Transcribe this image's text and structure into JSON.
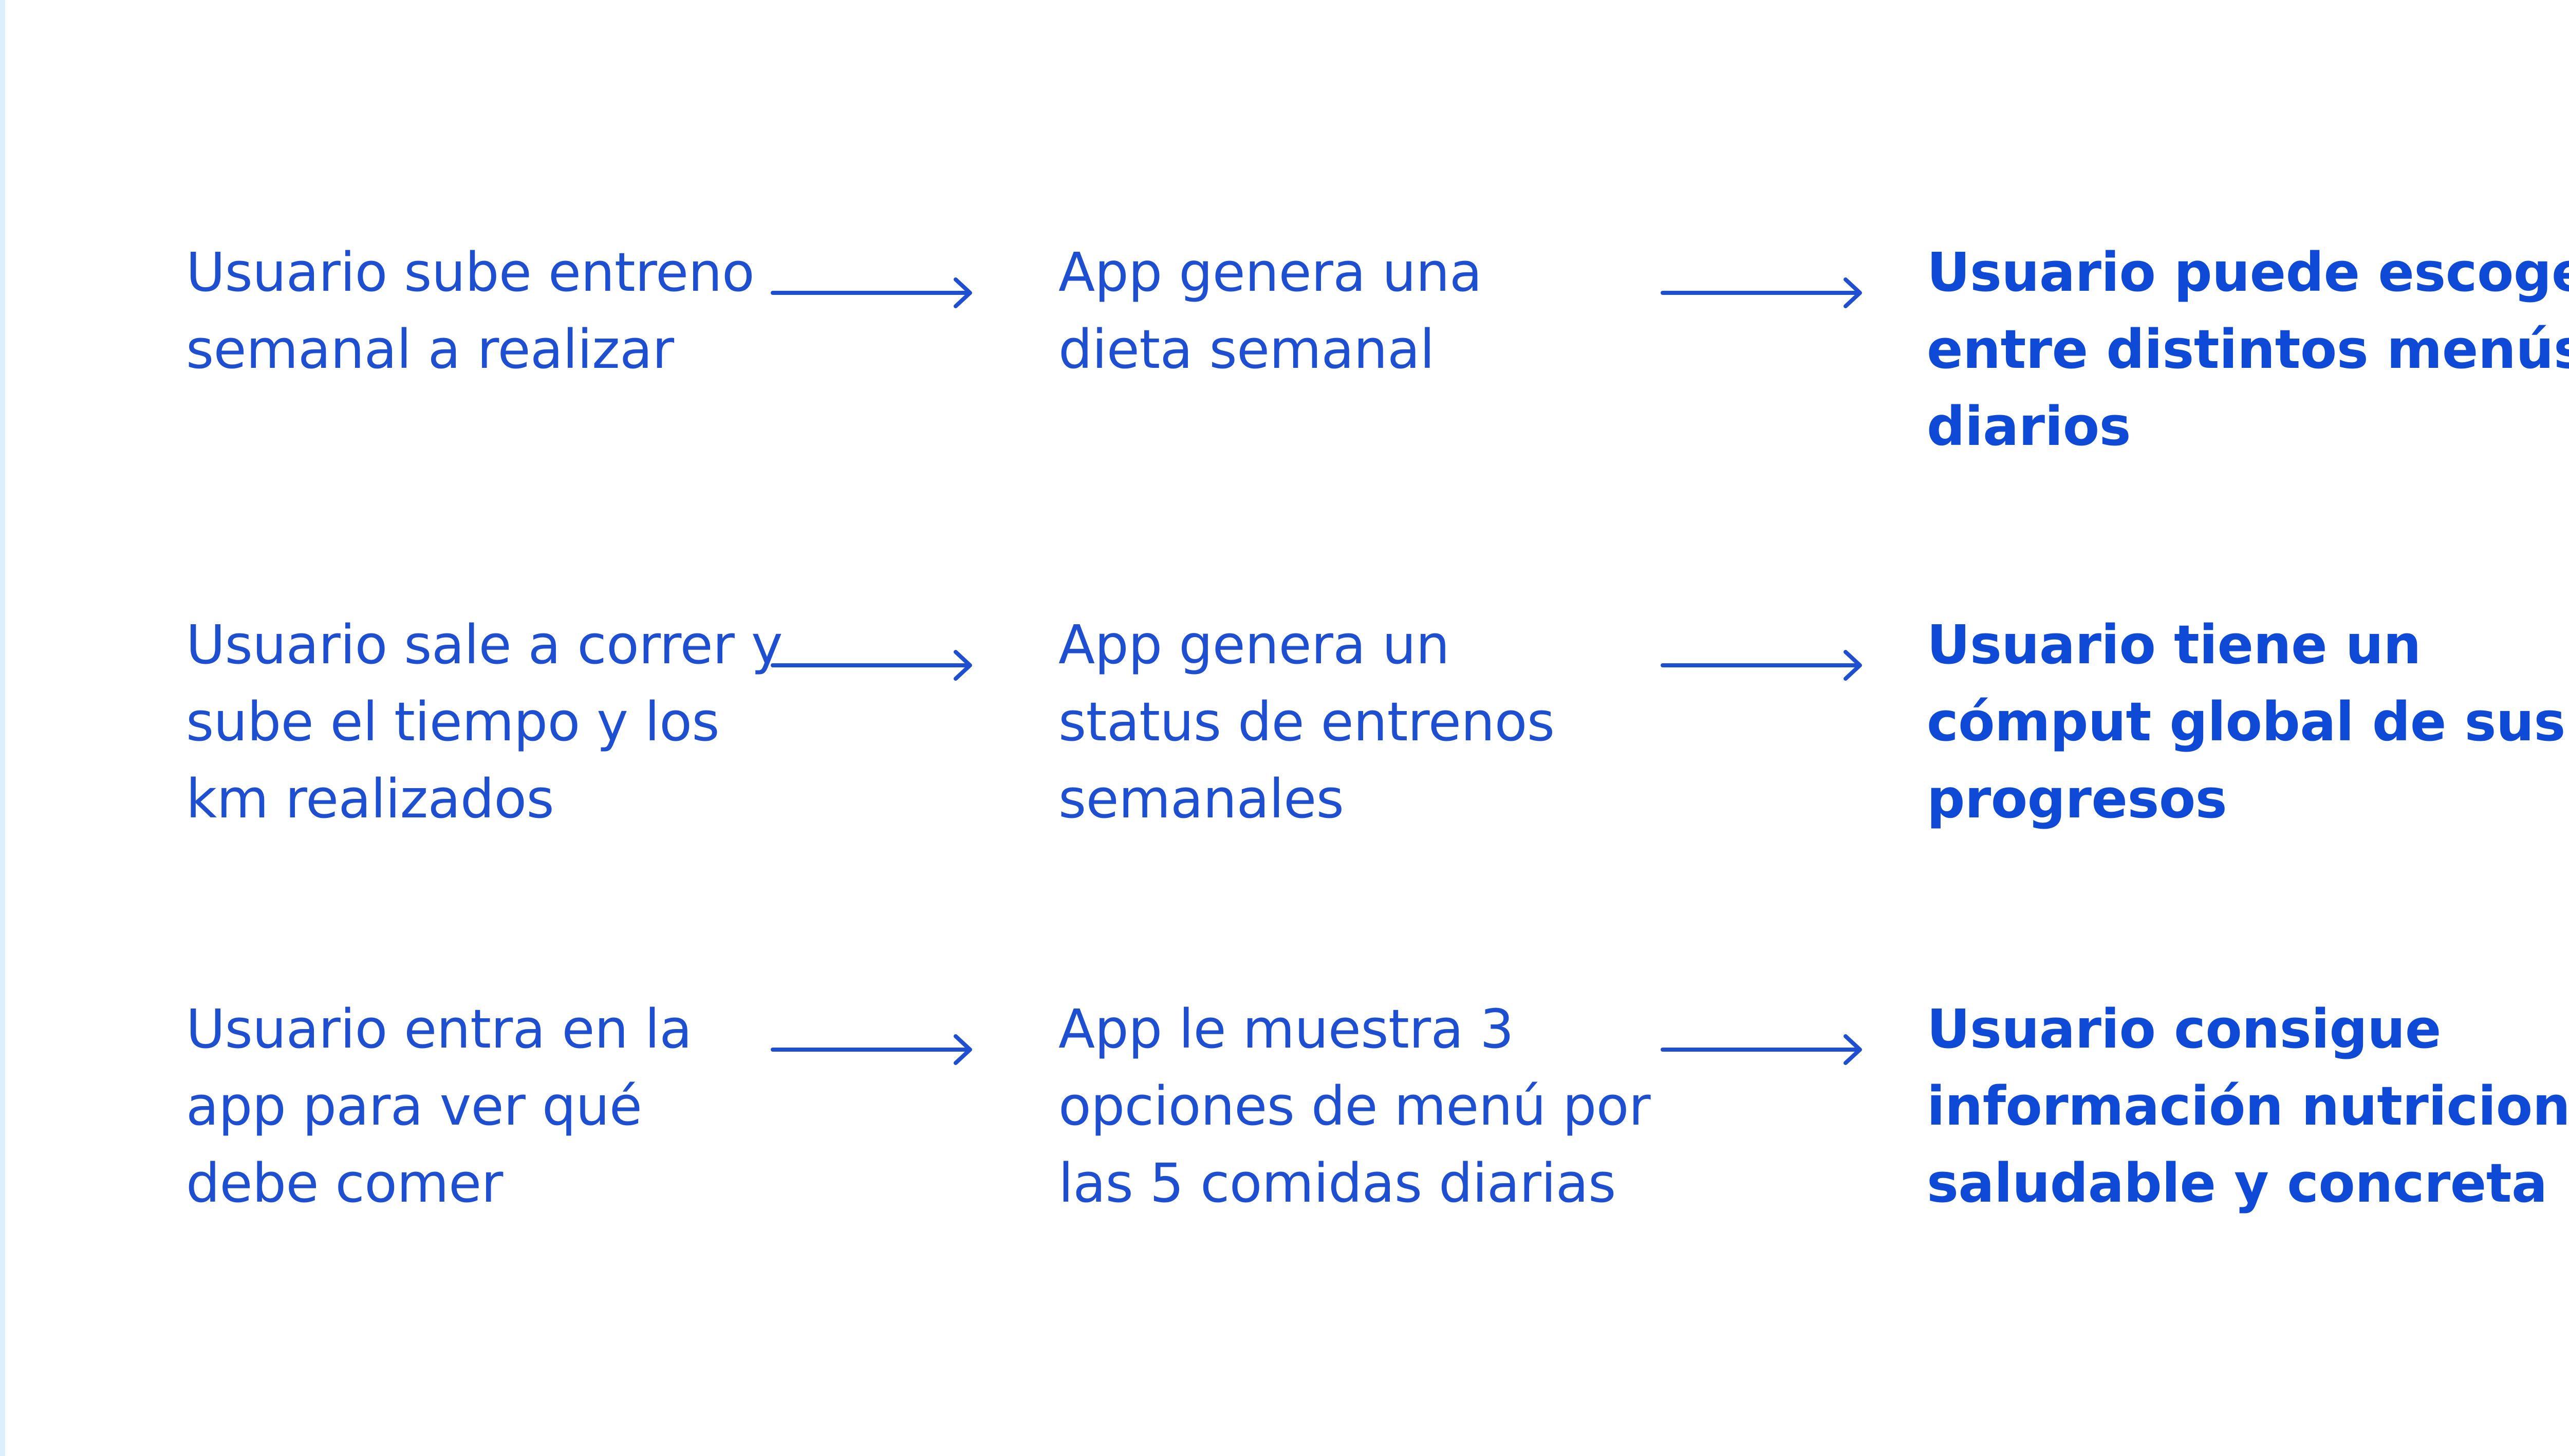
{
  "colors": {
    "accent": "#1f4fd1",
    "outcome": "#0f4ad6",
    "background": "#ffffff"
  },
  "rows": [
    {
      "start": [
        "Usuario sube entreno",
        "semanal a realizar"
      ],
      "middle": [
        "App genera una",
        "dieta semanal"
      ],
      "outcome": [
        "Usuario puede escoger",
        "entre distintos menús",
        "diarios"
      ]
    },
    {
      "start": [
        "Usuario sale a correr y",
        "sube el tiempo y los",
        "km realizados"
      ],
      "middle": [
        "App genera un",
        "status de entrenos",
        "semanales"
      ],
      "outcome": [
        "Usuario tiene un",
        "cómput global de sus",
        "progresos"
      ]
    },
    {
      "start": [
        "Usuario entra en la",
        "app para ver qué",
        "debe comer"
      ],
      "middle": [
        "App le muestra 3",
        "opciones de menú por",
        "las 5 comidas diarias"
      ],
      "outcome": [
        "Usuario consigue",
        "información nutricional",
        "saludable y concreta"
      ]
    }
  ]
}
